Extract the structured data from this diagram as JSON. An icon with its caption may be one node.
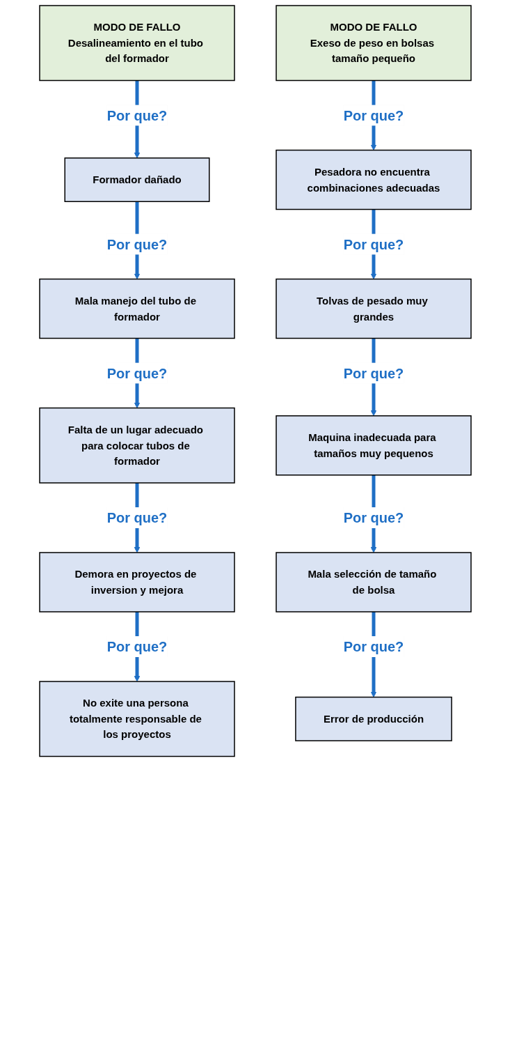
{
  "diagram": {
    "nodes": [
      {
        "text": [
          "MODO DE FALLO",
          "Desalineamiento en el tubo del formador"
        ]
      },
      {
        "text": [
          "Formador dañado"
        ]
      },
      {
        "text": [
          "Mala manejo del tubo de formador"
        ]
      },
      {
        "text": [
          "Falta de un lugar adecuado para colocar tubos de formador"
        ]
      },
      {
        "text": [
          "Demora en proyectos de inversion y mejora"
        ]
      },
      {
        "text": [
          "No exite una persona totalmente responsable de los proyectos"
        ]
      },
      {
        "text": [
          "MODO DE FALLO",
          "Exeso de peso en bolsas tamaño pequeño"
        ]
      },
      {
        "text": [
          "Pesadora no encuentra combinaciones adecuadas"
        ]
      },
      {
        "text": [
          "Tolvas de pesado muy grandes"
        ]
      },
      {
        "text": [
          "Maquina inadecuada para tamaños muy pequenos"
        ]
      },
      {
        "text": [
          "Mala selección de tamaño de bolsa"
        ]
      },
      {
        "text": [
          "Error de producción"
        ]
      }
    ],
    "edges": [
      {
        "from": 0,
        "to": 1,
        "arrow": "to",
        "label": "Por que?"
      },
      {
        "from": 1,
        "to": 2,
        "arrow": "to",
        "label": "Por que?"
      },
      {
        "from": 2,
        "to": 3,
        "arrow": "to",
        "label": "Por que?"
      },
      {
        "from": 3,
        "to": 4,
        "arrow": "to",
        "label": "Por que?"
      },
      {
        "from": 4,
        "to": 5,
        "arrow": "to",
        "label": "Por que?"
      },
      {
        "from": 6,
        "to": 7,
        "arrow": "to",
        "label": "Por que?"
      },
      {
        "from": 7,
        "to": 8,
        "arrow": "to",
        "label": "Por que?"
      },
      {
        "from": 8,
        "to": 9,
        "arrow": "to",
        "label": "Por que?"
      },
      {
        "from": 9,
        "to": 10,
        "arrow": "to",
        "label": "Por que?"
      },
      {
        "from": 10,
        "to": 11,
        "arrow": "to",
        "label": "Por que?"
      }
    ]
  }
}
